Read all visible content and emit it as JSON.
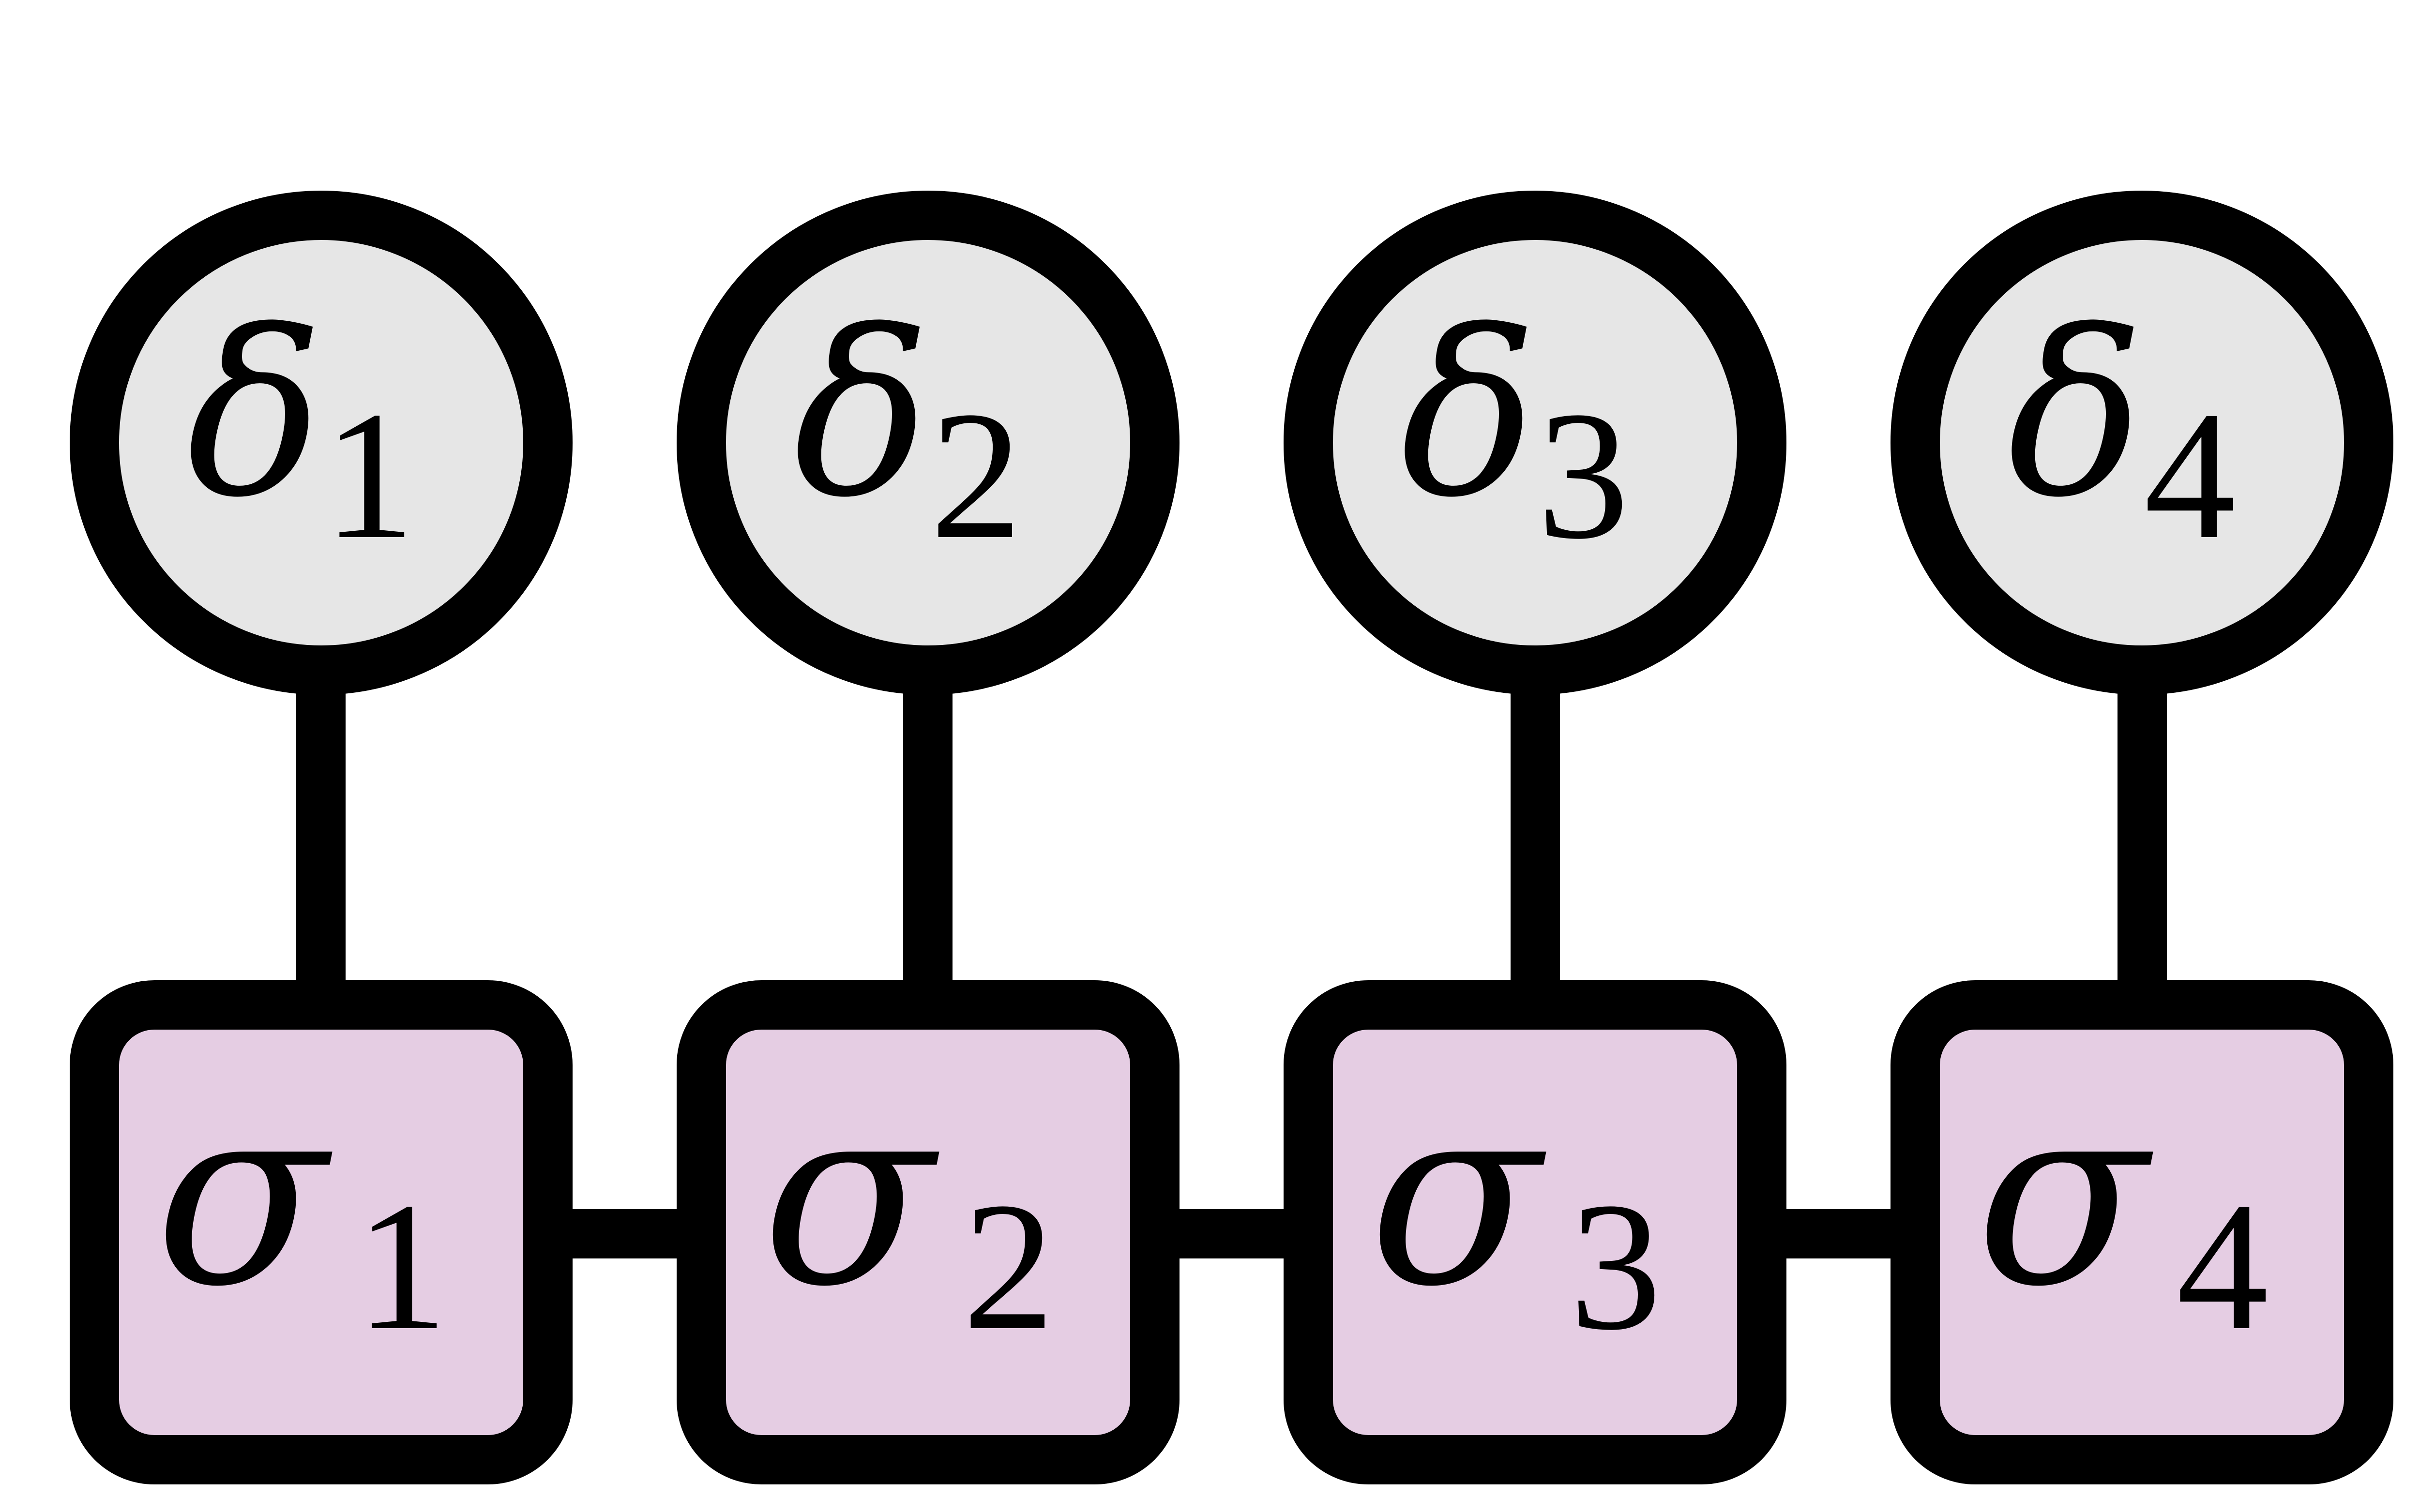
{
  "diagram": {
    "colors": {
      "stroke": "#000000",
      "delta_fill": "#e6e6e6",
      "sigma_fill": "#e5cde3",
      "background": "#ffffff"
    },
    "top_nodes": [
      {
        "symbol": "δ",
        "index": "1"
      },
      {
        "symbol": "δ",
        "index": "2"
      },
      {
        "symbol": "δ",
        "index": "3"
      },
      {
        "symbol": "δ",
        "index": "4"
      }
    ],
    "bottom_nodes": [
      {
        "symbol": "σ",
        "index": "1"
      },
      {
        "symbol": "σ",
        "index": "2"
      },
      {
        "symbol": "σ",
        "index": "3"
      },
      {
        "symbol": "σ",
        "index": "4"
      }
    ]
  }
}
